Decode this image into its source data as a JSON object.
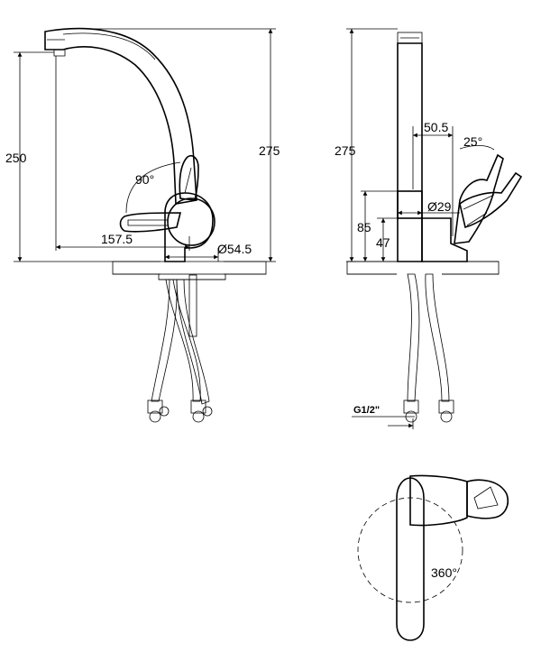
{
  "front_view": {
    "height_total": "275",
    "height_spout": "250",
    "reach": "157.5",
    "base_diameter": "Ø54.5",
    "lever_rotation": "90°"
  },
  "side_view": {
    "height_total": "275",
    "lever_offset": "50.5",
    "lever_tilt": "25°",
    "body_diameter": "Ø29",
    "height_body": "85",
    "height_base": "47",
    "thread": "G1/2\""
  },
  "top_view": {
    "swivel": "360°"
  }
}
